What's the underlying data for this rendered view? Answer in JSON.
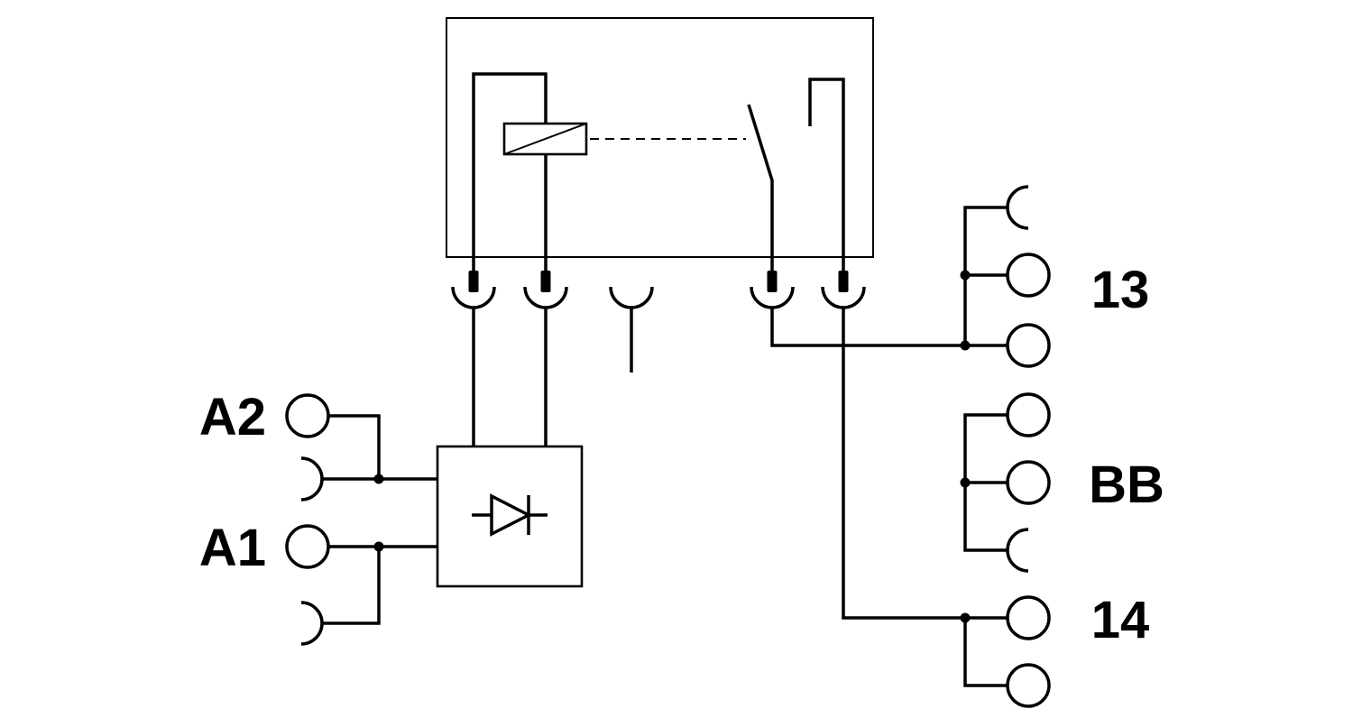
{
  "diagram": {
    "colors": {
      "line": "#000000",
      "background": "#ffffff"
    },
    "labels": {
      "a2": "A2",
      "a1": "A1",
      "contact_13": "13",
      "bb": "BB",
      "contact_14": "14"
    }
  }
}
